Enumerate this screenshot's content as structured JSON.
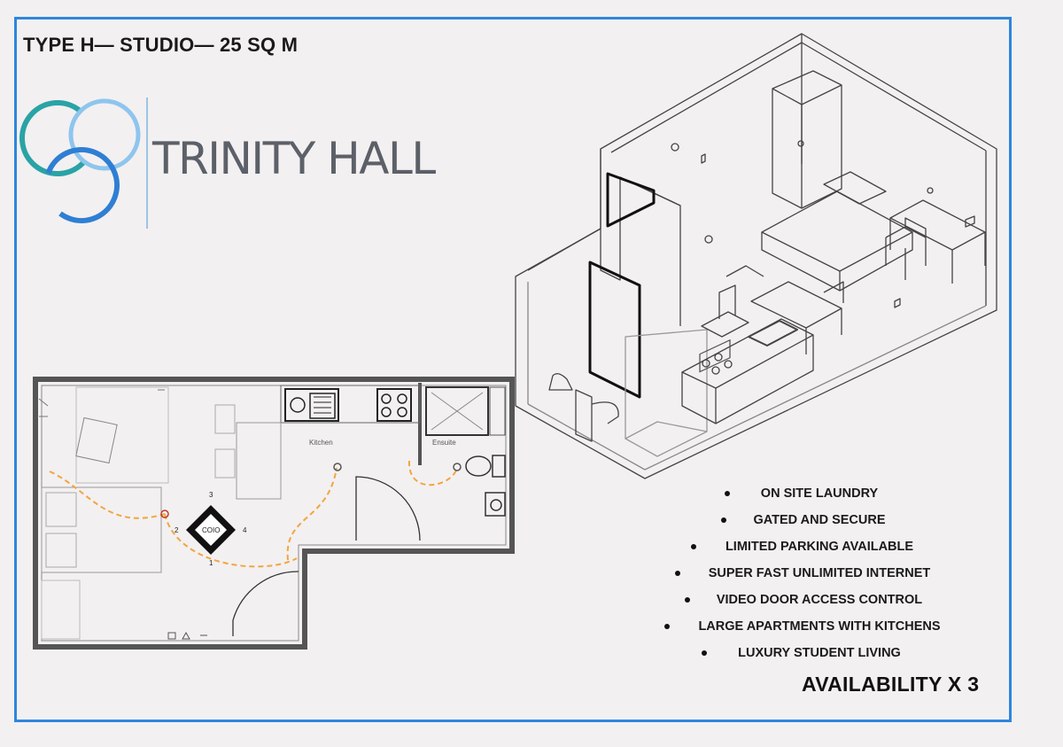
{
  "header": {
    "title": "TYPE H— STUDIO— 25 SQ M"
  },
  "brand": {
    "name": "TRINITY HALL",
    "logo_icon": "interlocking-circles-logo-icon",
    "colors": {
      "teal": "#2aa3a6",
      "blue": "#2e7fd4",
      "light_blue": "#8ec5ee",
      "text": "#5c6068"
    }
  },
  "floor_plan": {
    "rooms": {
      "kitchen": "Kitchen",
      "ensuite": "Ensuite"
    },
    "table_label": "COIO",
    "table_sides": [
      "1",
      "2",
      "3",
      "4"
    ],
    "wall_color": "#555555",
    "path_color": "#f0a640"
  },
  "amenities": [
    "ON SITE LAUNDRY",
    "GATED AND SECURE",
    "LIMITED PARKING AVAILABLE",
    "SUPER FAST UNLIMITED INTERNET",
    "VIDEO DOOR ACCESS CONTROL",
    "LARGE APARTMENTS WITH KITCHENS",
    "LUXURY STUDENT LIVING"
  ],
  "availability": "AVAILABILITY X 3",
  "frame_color": "#2e86de"
}
